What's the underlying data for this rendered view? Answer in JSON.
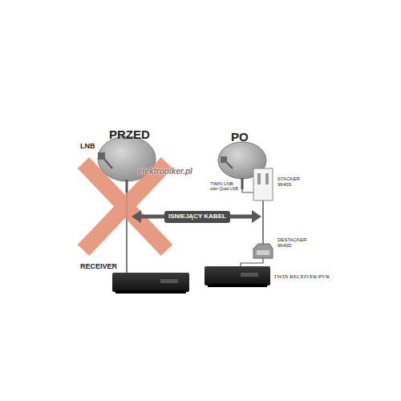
{
  "diagram": {
    "nodes": [
      {
        "text": [
          "ISNIEJĄCY KABEL"
        ]
      }
    ],
    "labels": [
      "PRZED",
      "PO",
      "LNB",
      "RECEIVER",
      "TWIN LNB",
      "oder Quad LNB",
      "STACKER 9640S",
      "DESTACKER 9640D",
      "TWIN RECEIVER/PVR",
      "elektroniker.pl"
    ]
  }
}
